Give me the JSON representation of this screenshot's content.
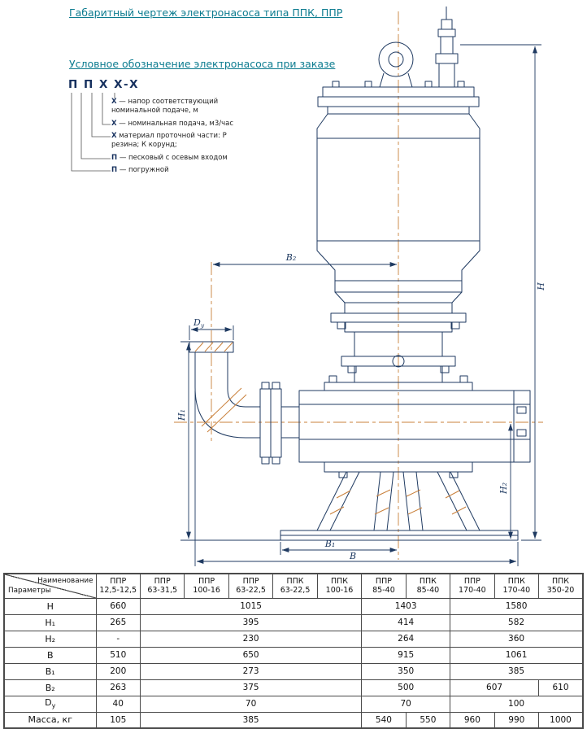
{
  "titles": {
    "main": "Габаритный чертеж электронасоса типа ППК, ППР",
    "designation": "Условное обозначение электронасоса при заказе"
  },
  "designation": {
    "code": "П П Х Х-Х",
    "items": [
      {
        "b": "Х",
        "t": "— напор соответствующий номинальной подаче, м"
      },
      {
        "b": "Х",
        "t": "— номинальная подача, м3/час"
      },
      {
        "b": "Х",
        "t": "материал проточной части: Р резина; К корунд;"
      },
      {
        "b": "П",
        "t": "— песковый с осевым входом"
      },
      {
        "b": "П",
        "t": "— погружной"
      }
    ]
  },
  "drawing": {
    "labels": {
      "H": "H",
      "H1": "H₁",
      "H2": "H₂",
      "B": "B",
      "B1": "B₁",
      "B2": "B₂",
      "Dy_base": "D",
      "Dy_sub": "y"
    },
    "colors": {
      "line": "#1f3a61",
      "centerline": "#c9803b",
      "title": "#0d7c90"
    }
  },
  "table": {
    "corner_top": "Наименование",
    "corner_bottom": "Параметры",
    "columns": [
      {
        "series": "ППР",
        "size": "12,5-12,5"
      },
      {
        "series": "ППР",
        "size": "63-31,5"
      },
      {
        "series": "ППР",
        "size": "100-16"
      },
      {
        "series": "ППР",
        "size": "63-22,5"
      },
      {
        "series": "ППК",
        "size": "63-22,5"
      },
      {
        "series": "ППК",
        "size": "100-16"
      },
      {
        "series": "ППР",
        "size": "85-40"
      },
      {
        "series": "ППК",
        "size": "85-40"
      },
      {
        "series": "ППР",
        "size": "170-40"
      },
      {
        "series": "ППК",
        "size": "170-40"
      },
      {
        "series": "ППК",
        "size": "350-20"
      }
    ],
    "rows": [
      {
        "param": "H",
        "cells": [
          {
            "v": "660",
            "span": 1
          },
          {
            "v": "1015",
            "span": 5
          },
          {
            "v": "1403",
            "span": 2
          },
          {
            "v": "1580",
            "span": 3
          }
        ]
      },
      {
        "param": "H₁",
        "cells": [
          {
            "v": "265",
            "span": 1
          },
          {
            "v": "395",
            "span": 5
          },
          {
            "v": "414",
            "span": 2
          },
          {
            "v": "582",
            "span": 3
          }
        ]
      },
      {
        "param": "H₂",
        "cells": [
          {
            "v": "-",
            "span": 1
          },
          {
            "v": "230",
            "span": 5
          },
          {
            "v": "264",
            "span": 2
          },
          {
            "v": "360",
            "span": 3
          }
        ]
      },
      {
        "param": "B",
        "cells": [
          {
            "v": "510",
            "span": 1
          },
          {
            "v": "650",
            "span": 5
          },
          {
            "v": "915",
            "span": 2
          },
          {
            "v": "1061",
            "span": 3
          }
        ]
      },
      {
        "param": "B₁",
        "cells": [
          {
            "v": "200",
            "span": 1
          },
          {
            "v": "273",
            "span": 5
          },
          {
            "v": "350",
            "span": 2
          },
          {
            "v": "385",
            "span": 3
          }
        ]
      },
      {
        "param": "B₂",
        "cells": [
          {
            "v": "263",
            "span": 1
          },
          {
            "v": "375",
            "span": 5
          },
          {
            "v": "500",
            "span": 2
          },
          {
            "v": "607",
            "span": 2
          },
          {
            "v": "610",
            "span": 1
          }
        ]
      },
      {
        "param": {
          "base": "D",
          "sub": "y"
        },
        "cells": [
          {
            "v": "40",
            "span": 1
          },
          {
            "v": "70",
            "span": 5
          },
          {
            "v": "70",
            "span": 2
          },
          {
            "v": "100",
            "span": 3
          }
        ]
      },
      {
        "param": "Масса, кг",
        "cells": [
          {
            "v": "105",
            "span": 1
          },
          {
            "v": "385",
            "span": 5
          },
          {
            "v": "540",
            "span": 1
          },
          {
            "v": "550",
            "span": 1
          },
          {
            "v": "960",
            "span": 1
          },
          {
            "v": "990",
            "span": 1
          },
          {
            "v": "1000",
            "span": 1
          }
        ]
      }
    ]
  }
}
